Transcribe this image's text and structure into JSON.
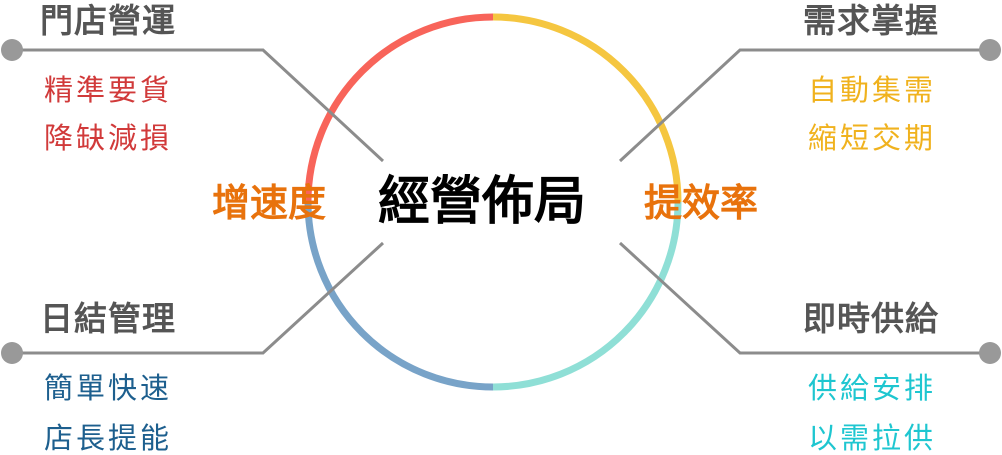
{
  "center": {
    "title": "經營佈局",
    "left_label": "增速度",
    "right_label": "提效率"
  },
  "quadrants": [
    {
      "title": "門店營運",
      "items": [
        "精準要貨",
        "降缺減損"
      ],
      "color": "#d13a3a"
    },
    {
      "title": "需求掌握",
      "items": [
        "自動集需",
        "縮短交期"
      ],
      "color": "#f0b21e"
    },
    {
      "title": "日結管理",
      "items": [
        "簡單快速",
        "店長提能"
      ],
      "color": "#1d5f8e"
    },
    {
      "title": "即時供給",
      "items": [
        "供給安排",
        "以需拉供"
      ],
      "color": "#1ec6d0"
    }
  ],
  "ring_colors": {
    "top_left": "#f8645a",
    "top_right": "#f5c640",
    "bottom_right": "#8fdfd6",
    "bottom_left": "#78a3c8"
  }
}
